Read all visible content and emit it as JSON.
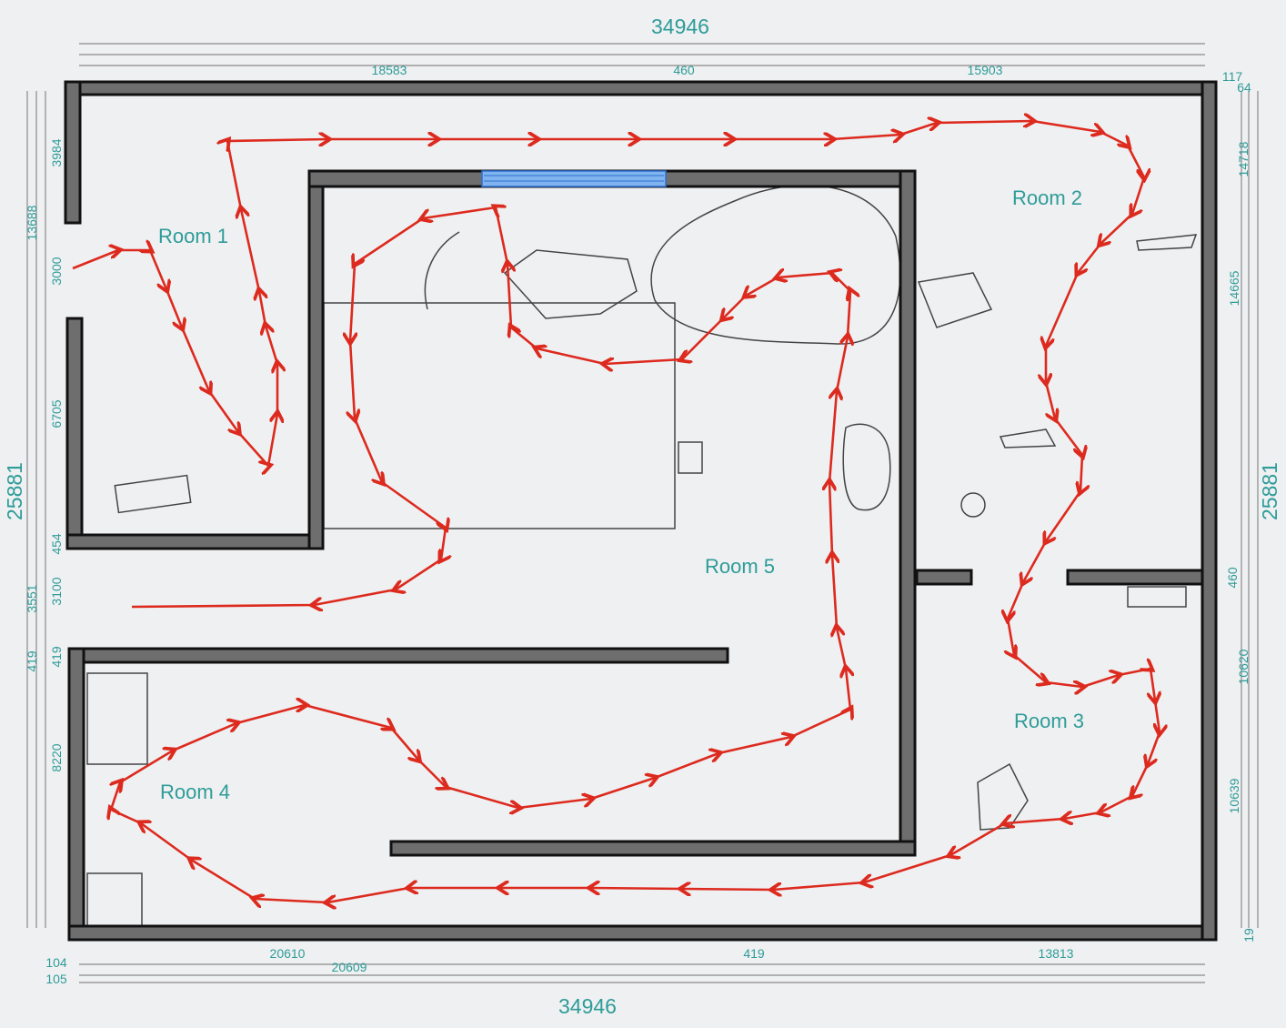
{
  "rooms": [
    "Room 1",
    "Room 2",
    "Room 3",
    "Room 4",
    "Room 5"
  ],
  "dimensions": {
    "top": {
      "total": "34946",
      "segments": [
        "18583",
        "460",
        "15903"
      ],
      "corner": [
        "117",
        "64"
      ]
    },
    "bottom": {
      "total": "34946",
      "segments": [
        "20610",
        "20609",
        "419",
        "13813"
      ],
      "corner": [
        "104",
        "105"
      ]
    },
    "left": {
      "total": "25881",
      "outer": [
        "13688",
        "3551",
        "419"
      ],
      "inner": [
        "3984",
        "3000",
        "6705",
        "454",
        "3100",
        "419",
        "8220"
      ]
    },
    "right": {
      "total": "25881",
      "outer": [
        "14718",
        "10620",
        "19"
      ],
      "inner": [
        "14665",
        "460",
        "10639"
      ]
    }
  },
  "colors": {
    "route": "#dd2a1e",
    "wall": "#6e6e6e",
    "label": "#2e9c98",
    "window": "#4a8fe0"
  }
}
